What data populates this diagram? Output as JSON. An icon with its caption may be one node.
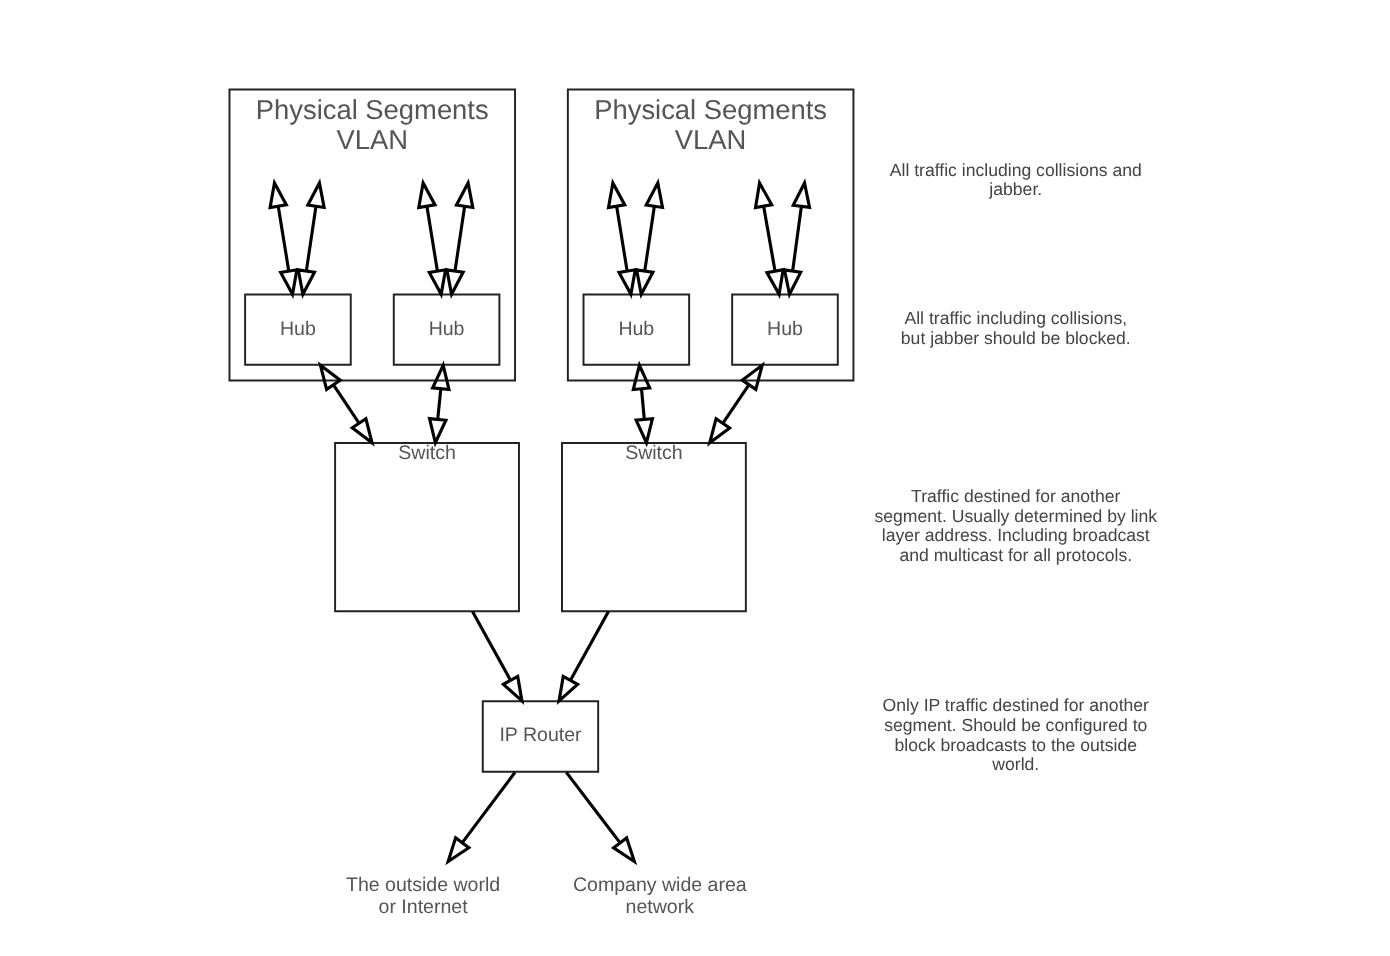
{
  "diagram": {
    "nodes": [
      {
        "text": [
          "Physical Segments",
          "VLAN"
        ]
      },
      {
        "text": [
          "Hub"
        ],
        "in": 0
      },
      {
        "text": [
          "Hub"
        ],
        "in": 0
      },
      {
        "text": [
          "Switch"
        ]
      },
      {
        "text": [
          "Physical Segments",
          "VLAN"
        ]
      },
      {
        "text": [
          "Hub"
        ],
        "in": 4
      },
      {
        "text": [
          "Hub"
        ],
        "in": 4
      },
      {
        "text": [
          "Switch"
        ]
      },
      {
        "text": [
          "IP Router"
        ]
      },
      {
        "text": [
          "The outside world or Internet"
        ]
      },
      {
        "text": [
          "Company wide area network"
        ]
      }
    ],
    "edges": [
      {
        "from": null,
        "to": 1,
        "arrow": "both"
      },
      {
        "from": null,
        "to": 1,
        "arrow": "both"
      },
      {
        "from": null,
        "to": 2,
        "arrow": "both"
      },
      {
        "from": null,
        "to": 2,
        "arrow": "both"
      },
      {
        "from": null,
        "to": 5,
        "arrow": "both"
      },
      {
        "from": null,
        "to": 5,
        "arrow": "both"
      },
      {
        "from": null,
        "to": 6,
        "arrow": "both"
      },
      {
        "from": null,
        "to": 6,
        "arrow": "both"
      },
      {
        "from": 1,
        "to": 3,
        "arrow": "both"
      },
      {
        "from": 2,
        "to": 3,
        "arrow": "both"
      },
      {
        "from": 5,
        "to": 7,
        "arrow": "both"
      },
      {
        "from": 6,
        "to": 7,
        "arrow": "both"
      },
      {
        "from": 3,
        "to": 8,
        "arrow": "to"
      },
      {
        "from": 7,
        "to": 8,
        "arrow": "to"
      },
      {
        "from": 8,
        "to": 9,
        "arrow": "to"
      },
      {
        "from": 8,
        "to": 10,
        "arrow": "to"
      }
    ],
    "labels": [
      "All traffic including collisions and jabber.",
      "All traffic including collisions, but jabber should be blocked.",
      "Traffic destined for another segment. Usually determined by link layer address. Including broadcast and multicast for all protocols.",
      "Only IP traffic destined for another segment. Should be configured to block broadcasts to the outside world."
    ]
  }
}
